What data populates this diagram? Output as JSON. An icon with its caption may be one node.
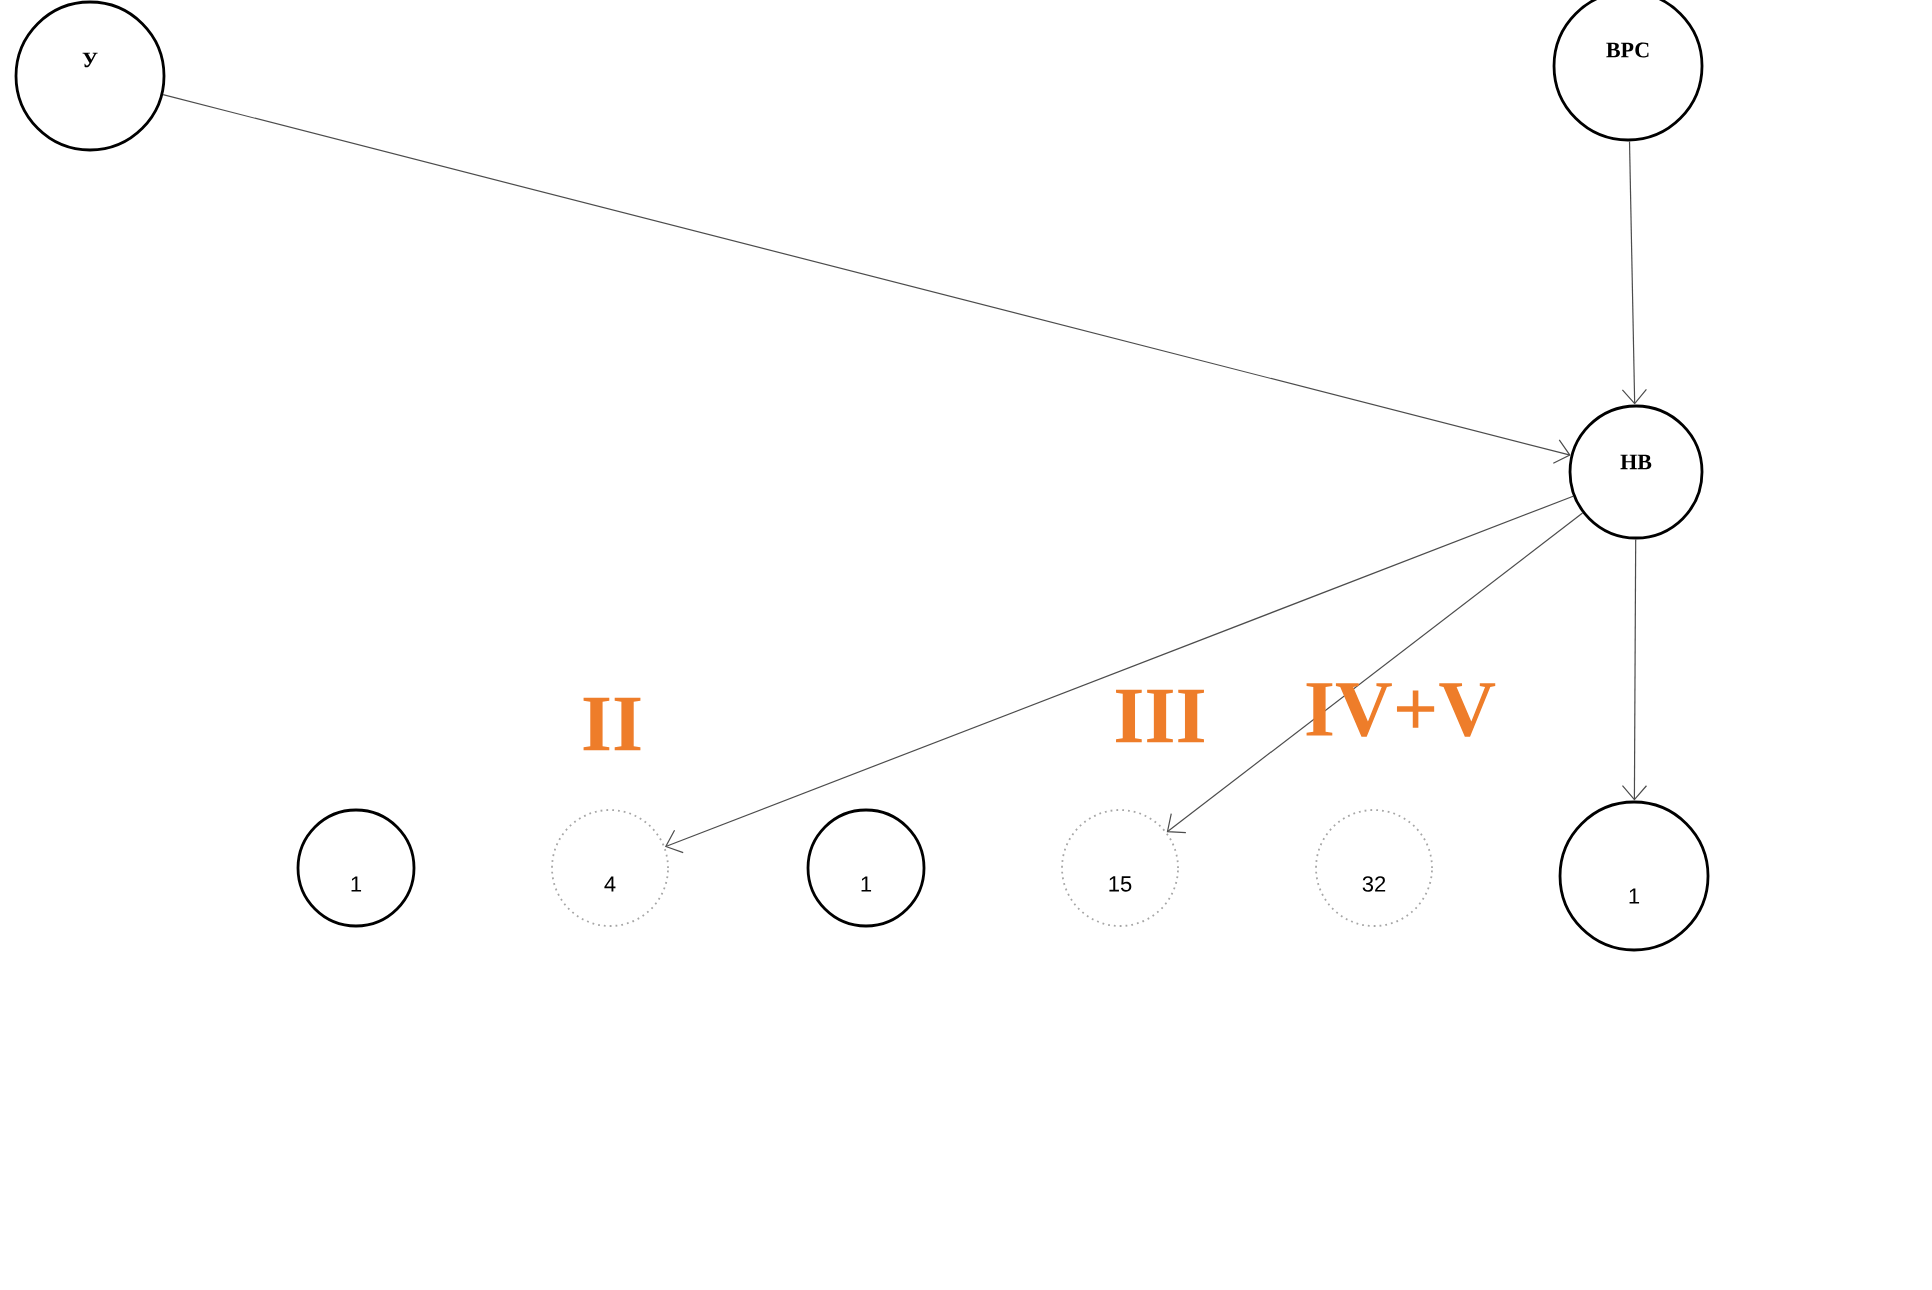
{
  "diagram": {
    "nodes": [
      {
        "text": [
          "У"
        ]
      },
      {
        "text": [
          "ВРС"
        ]
      },
      {
        "text": [
          "НВ"
        ]
      },
      {
        "text": [
          "1"
        ]
      },
      {
        "text": [
          "4"
        ]
      },
      {
        "text": [
          "1"
        ]
      },
      {
        "text": [
          "15"
        ]
      },
      {
        "text": [
          "32"
        ]
      },
      {
        "text": [
          "1"
        ]
      }
    ],
    "edges": [
      {
        "from": 0,
        "to": 2,
        "arrow": "to"
      },
      {
        "from": 1,
        "to": 2,
        "arrow": "to"
      },
      {
        "from": 2,
        "to": 4,
        "arrow": "to"
      },
      {
        "from": 2,
        "to": 6,
        "arrow": "to"
      },
      {
        "from": 2,
        "to": 8,
        "arrow": "to"
      }
    ],
    "labels": [
      "II",
      "III",
      "IV+V"
    ]
  }
}
